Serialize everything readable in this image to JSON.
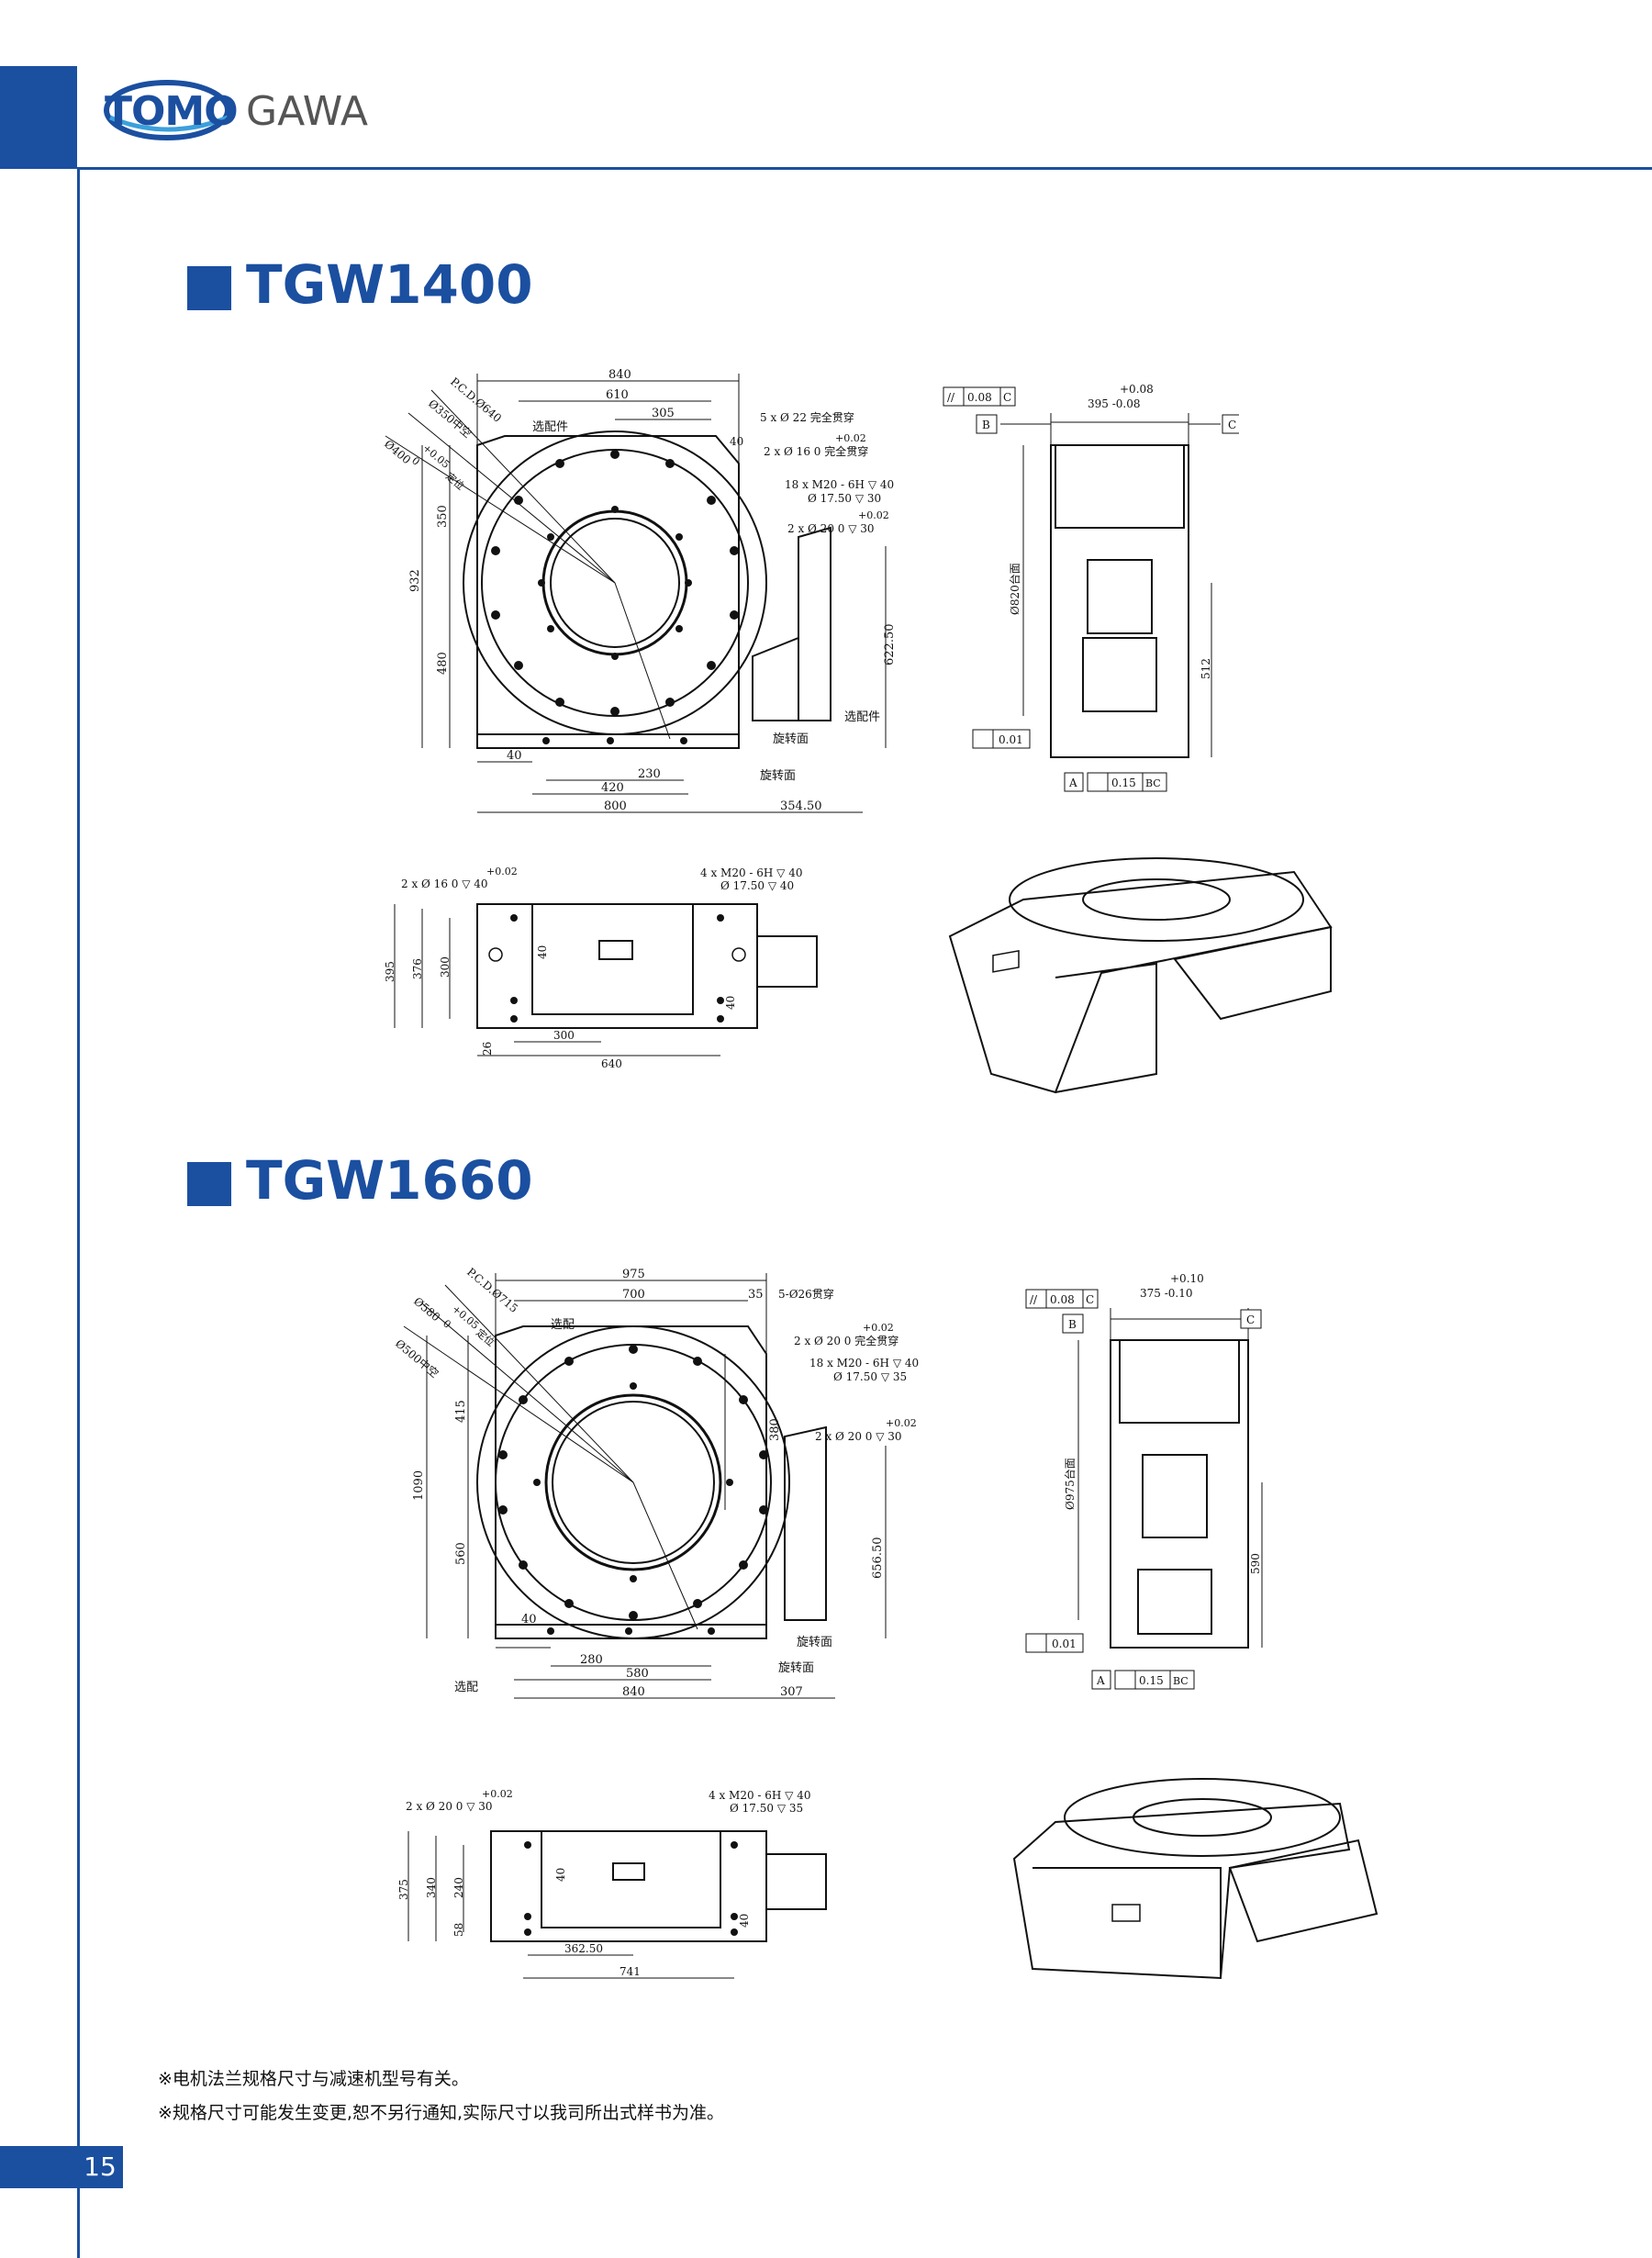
{
  "brand": {
    "part1": "TOMO",
    "part2": "GAWA",
    "color": "#1b4fa0"
  },
  "sections": [
    {
      "title": "TGW1400"
    },
    {
      "title": "TGW1660"
    }
  ],
  "tgw1400": {
    "top": {
      "w840": "840",
      "w610": "610",
      "w305": "305",
      "h40": "40",
      "pcd": "P.C.D.Ø640",
      "d350": "Ø350中空",
      "d400": "Ø400",
      "tol_p005": "+0.05",
      "tol_0": "0",
      "dingwei": "定位",
      "xuanpei": "选配件",
      "hole1": "5 x Ø 22 完全贯穿",
      "tol_hole2": "+0.02",
      "hole2": "2 x Ø 16  0    完全贯穿",
      "hole3a": "18 x  M20 - 6H ▽ 40",
      "hole3b": "Ø 17.50 ▽ 30",
      "tol_hole4": "+0.02",
      "hole4": "2 x Ø 20  0      ▽ 30",
      "h350": "350",
      "h932": "932",
      "h480": "480",
      "h622": "622.50",
      "b40": "40",
      "b230": "230",
      "b420": "420",
      "b800": "800",
      "b354": "354.50",
      "xuanpei2": "选配件",
      "xuanzhuan1": "旋转面",
      "xuanzhuan2": "旋转面"
    },
    "side": {
      "par": "//",
      "par_v": "0.08",
      "par_ref": "C",
      "ref_b": "B",
      "ref_c": "C",
      "tol_p": "+0.08",
      "w395": "395 -0.08",
      "d820": "Ø820台面",
      "h512": "512",
      "flat": "0.01",
      "ref_a": "A",
      "perp_v": "0.15",
      "perp_ref": "BC"
    },
    "front": {
      "tol": "+0.02",
      "hole_a": "2 x Ø 16  0     ▽ 40",
      "hole_b1": "4 x  M20 - 6H ▽ 40",
      "hole_b2": "Ø 17.50 ▽ 40",
      "h395": "395",
      "h376": "376",
      "h300": "300",
      "h40a": "40",
      "h40b": "40",
      "b26": "26",
      "b300": "300",
      "b640": "640"
    }
  },
  "tgw1660": {
    "top": {
      "w975": "975",
      "w700": "700",
      "w35": "35",
      "hole1": "5-Ø26贯穿",
      "pcd": "P.C.D.Ø715",
      "d580": "Ø580",
      "tol_p005": "+0.05",
      "tol_0": "0",
      "dingwei": "定位",
      "d500": "Ø500中空",
      "xuanpei": "选配",
      "tol_hole2": "+0.02",
      "hole2": "2 x Ø 20  0     完全贯穿",
      "hole3a": "18 x  M20 - 6H ▽ 40",
      "hole3b": "Ø 17.50 ▽ 35",
      "tol_hole4": "+0.02",
      "hole4": "2 x Ø 20  0     ▽ 30",
      "h415": "415",
      "h1090": "1090",
      "h560": "560",
      "h380": "380",
      "h656": "656.50",
      "b40": "40",
      "b280": "280",
      "b580": "580",
      "b840": "840",
      "b307": "307",
      "xuanpei2": "选配",
      "xuanzhuan1": "旋转面",
      "xuanzhuan2": "旋转面"
    },
    "side": {
      "par": "//",
      "par_v": "0.08",
      "par_ref": "C",
      "ref_b": "B",
      "ref_c": "C",
      "tol_p": "+0.10",
      "w375": "375 -0.10",
      "d975": "Ø975台面",
      "h590": "590",
      "flat": "0.01",
      "ref_a": "A",
      "perp_v": "0.15",
      "perp_ref": "BC"
    },
    "front": {
      "tol": "+0.02",
      "hole_a": "2 x Ø 20  0     ▽ 30",
      "hole_b1": "4 x  M20 - 6H ▽ 40",
      "hole_b2": "Ø 17.50 ▽ 35",
      "h375": "375",
      "h340": "340",
      "h240": "240",
      "h58": "58",
      "h40": "40",
      "h40b": "40",
      "b362": "362.50",
      "b741": "741"
    }
  },
  "notes": [
    "※电机法兰规格尺寸与减速机型号有关。",
    "※规格尺寸可能发生变更,恕不另行通知,实际尺寸以我司所出式样书为准。"
  ],
  "page_number": "15"
}
